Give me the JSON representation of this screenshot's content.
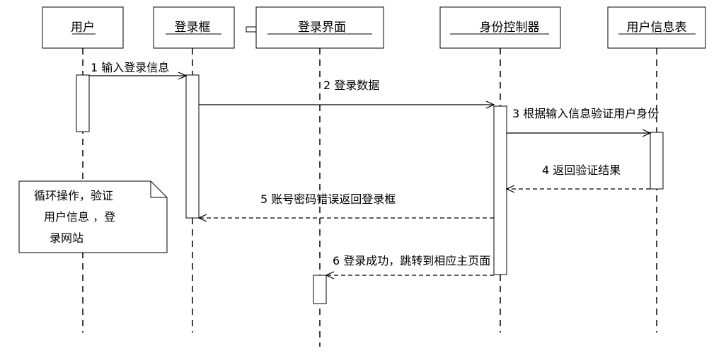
{
  "diagram": {
    "participants": [
      {
        "id": "user",
        "label": "用户"
      },
      {
        "id": "login_box",
        "label": "登录框"
      },
      {
        "id": "login_ui",
        "label": "登录界面"
      },
      {
        "id": "id_controller",
        "label": "身份控制器"
      },
      {
        "id": "user_table",
        "label": "用户信息表"
      }
    ],
    "messages": [
      {
        "id": "m1",
        "label": "1 输入登录信息",
        "from": "user",
        "to": "login_box",
        "style": "solid"
      },
      {
        "id": "m2",
        "label": "2 登录数据",
        "from": "login_box",
        "to": "id_controller",
        "style": "solid"
      },
      {
        "id": "m3",
        "label": "3 根据输入信息验证用户身份",
        "from": "id_controller",
        "to": "user_table",
        "style": "solid"
      },
      {
        "id": "m4",
        "label": "4 返回验证结果",
        "from": "user_table",
        "to": "id_controller",
        "style": "dashed"
      },
      {
        "id": "m5",
        "label": "5 账号密码错误返回登录框",
        "from": "id_controller",
        "to": "login_box",
        "style": "dashed"
      },
      {
        "id": "m6",
        "label": "6 登录成功，跳转到相应主页面",
        "from": "id_controller",
        "to": "login_ui",
        "style": "dashed"
      }
    ],
    "note": {
      "lines": [
        "循环操作，验证",
        "用户信息 ，登",
        "录网站"
      ]
    }
  }
}
